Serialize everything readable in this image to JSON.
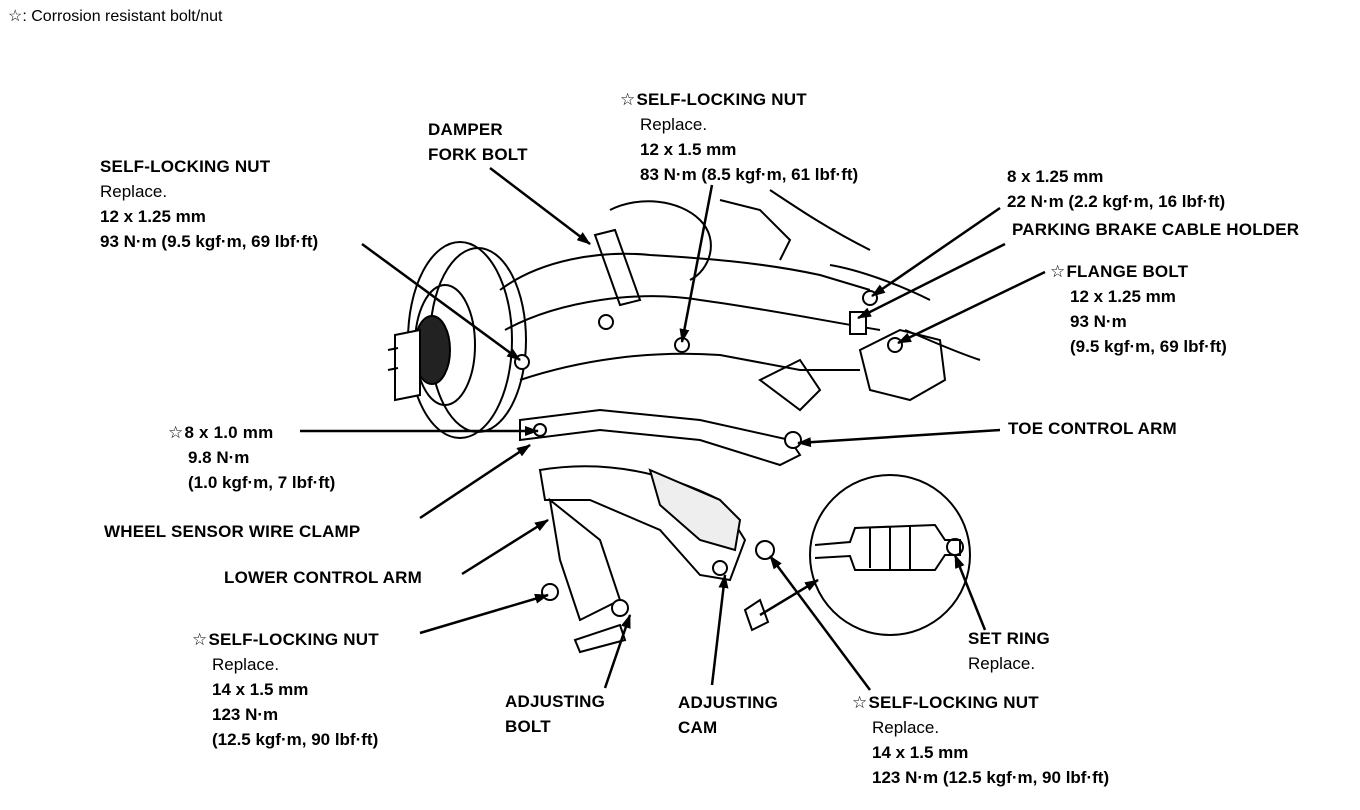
{
  "legend": {
    "symbol": "☆",
    "text": ": Corrosion resistant bolt/nut"
  },
  "labels": {
    "self_locking_nut_left": {
      "title": "SELF-LOCKING NUT",
      "l1": "Replace.",
      "l2": "12 x 1.25 mm",
      "l3": "93 N·m (9.5 kgf·m, 69 lbf·ft)"
    },
    "damper_fork_bolt": {
      "l1": "DAMPER",
      "l2": "FORK BOLT"
    },
    "self_locking_nut_top": {
      "star": "☆",
      "title": "SELF-LOCKING NUT",
      "l1": "Replace.",
      "l2": "12 x 1.5 mm",
      "l3": "83 N·m (8.5 kgf·m, 61 lbf·ft)"
    },
    "bolt_8x125": {
      "l1": "8 x 1.25 mm",
      "l2": "22 N·m (2.2 kgf·m, 16 lbf·ft)"
    },
    "parking_brake": {
      "title": "PARKING BRAKE CABLE HOLDER"
    },
    "flange_bolt": {
      "star": "☆",
      "title": "FLANGE BOLT",
      "l1": "12 x 1.25 mm",
      "l2": "93 N·m",
      "l3": "(9.5 kgf·m, 69 lbf·ft)"
    },
    "bolt_8x10": {
      "star": "☆",
      "title": "8 x 1.0 mm",
      "l1": "9.8 N·m",
      "l2": "(1.0 kgf·m, 7 lbf·ft)"
    },
    "toe_control_arm": {
      "title": "TOE CONTROL ARM"
    },
    "wheel_sensor": {
      "title": "WHEEL SENSOR WIRE CLAMP"
    },
    "lower_control_arm": {
      "title": "LOWER CONTROL ARM"
    },
    "self_locking_nut_bl": {
      "star": "☆",
      "title": "SELF-LOCKING NUT",
      "l1": "Replace.",
      "l2": "14 x 1.5 mm",
      "l3": "123 N·m",
      "l4": "(12.5 kgf·m, 90 lbf·ft)"
    },
    "adjusting_bolt": {
      "l1": "ADJUSTING",
      "l2": "BOLT"
    },
    "adjusting_cam": {
      "l1": "ADJUSTING",
      "l2": "CAM"
    },
    "set_ring": {
      "title": "SET RING",
      "l1": "Replace."
    },
    "self_locking_nut_br": {
      "star": "☆",
      "title": "SELF-LOCKING NUT",
      "l1": "Replace.",
      "l2": "14 x 1.5 mm",
      "l3": "123 N·m (12.5 kgf·m, 90 lbf·ft)"
    }
  }
}
